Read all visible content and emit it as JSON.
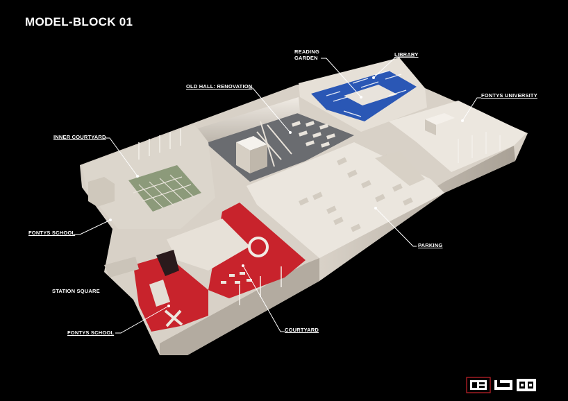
{
  "title": "MODEL-BLOCK 01",
  "labels": {
    "reading_garden_line1": "READING",
    "reading_garden_line2": "GARDEN",
    "library": "LIBRARY",
    "old_hall": "OLD HALL: RENOVATION",
    "fontys_university": "FONTYS UNIVERSITY",
    "inner_courtyard": "INNER COURTYARD",
    "fontys_school_1": "FONTYS SCHOOL",
    "parking": "PARKING",
    "station_square": "STATION SQUARE",
    "fontys_school_2": "FONTYS SCHOOL",
    "courtyard": "COURTYARD"
  },
  "colors": {
    "background": "#000000",
    "model": "#e3ddd5",
    "red_floor": "#c8232c",
    "blue_floor": "#2a57b5",
    "grey_floor": "#6a6c70",
    "green_court": "#8c9a7a"
  },
  "logo": {
    "icon": "firm-logo-icon"
  }
}
